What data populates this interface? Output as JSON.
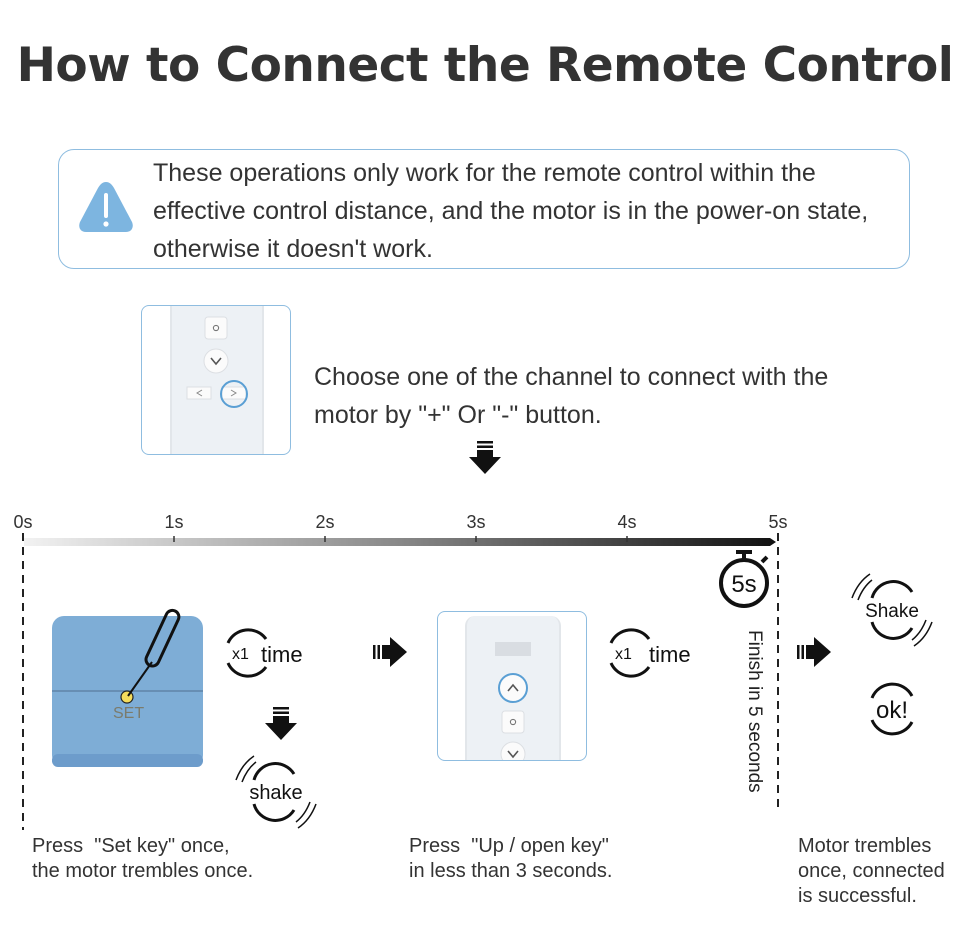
{
  "title": "How to Connect the Remote Control",
  "notice": {
    "icon": "warning-icon",
    "text": "These operations only work for the remote control within the effective control distance, and the motor is in the power-on state, otherwise it doesn't work.",
    "border_color": "#8fbde0",
    "icon_color": "#7db5e0"
  },
  "channel_step": {
    "remote_buttons": [
      "o",
      "v",
      "<",
      ">"
    ],
    "highlight_button": ">",
    "text": "Choose one of the channel to connect with the motor by \"+\" Or \"-\" button."
  },
  "timeline": {
    "ticks": [
      "0s",
      "1s",
      "2s",
      "3s",
      "4s",
      "5s"
    ],
    "timer_label": "5s",
    "finish_label": "Finish in 5 seconds"
  },
  "step1": {
    "button_label": "SET",
    "count_prefix": "x1",
    "count_label": "time",
    "result_label": "shake",
    "description_line1": "Press  \"Set key\" once,",
    "description_line2": "the motor trembles once.",
    "panel_color": "#7eadd6"
  },
  "step2": {
    "count_prefix": "x1",
    "count_label": "time",
    "description_line1": "Press  \"Up / open key\"",
    "description_line2": "in less than 3 seconds."
  },
  "step3": {
    "shake_label": "Shake",
    "ok_label": "ok!",
    "description_line1": "Motor trembles",
    "description_line2": "once, connected",
    "description_line3": "is successful."
  },
  "accent_color": "#5a9fd4"
}
